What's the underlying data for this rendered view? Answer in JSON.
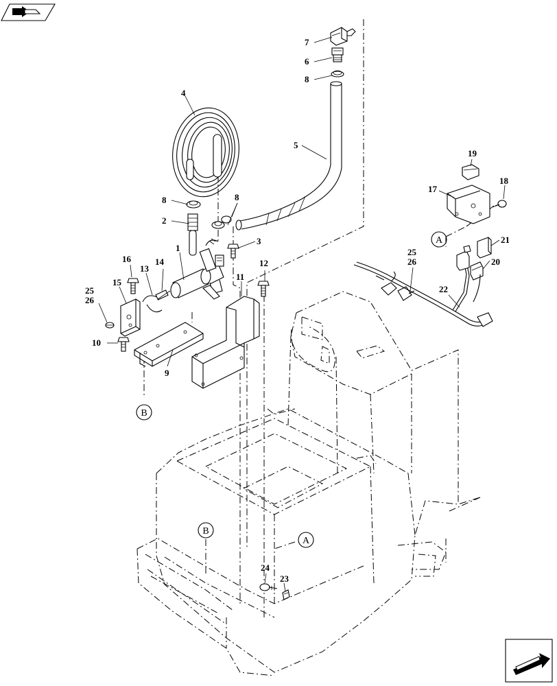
{
  "diagram": {
    "callouts": {
      "c1": "1",
      "c2": "2",
      "c3": "3",
      "c4": "4",
      "c5": "5",
      "c6": "6",
      "c7": "7",
      "c8a": "8",
      "c8b": "8",
      "c8c": "8",
      "c9": "9",
      "c10": "10",
      "c11": "11",
      "c12": "12",
      "c13": "13",
      "c14": "14",
      "c15": "15",
      "c16": "16",
      "c17": "17",
      "c18": "18",
      "c19": "19",
      "c20": "20",
      "c21": "21",
      "c22": "22",
      "c23": "23",
      "c24": "24",
      "c25a": "25",
      "c26a": "26",
      "c25b": "25",
      "c26b": "26"
    },
    "refs": {
      "a_top": "A",
      "a_bottom": "A",
      "b_top": "B",
      "b_bottom": "B"
    },
    "icons": {
      "top_left": "book-arrow-icon",
      "bottom_right": "next-page-arrow-icon"
    }
  }
}
